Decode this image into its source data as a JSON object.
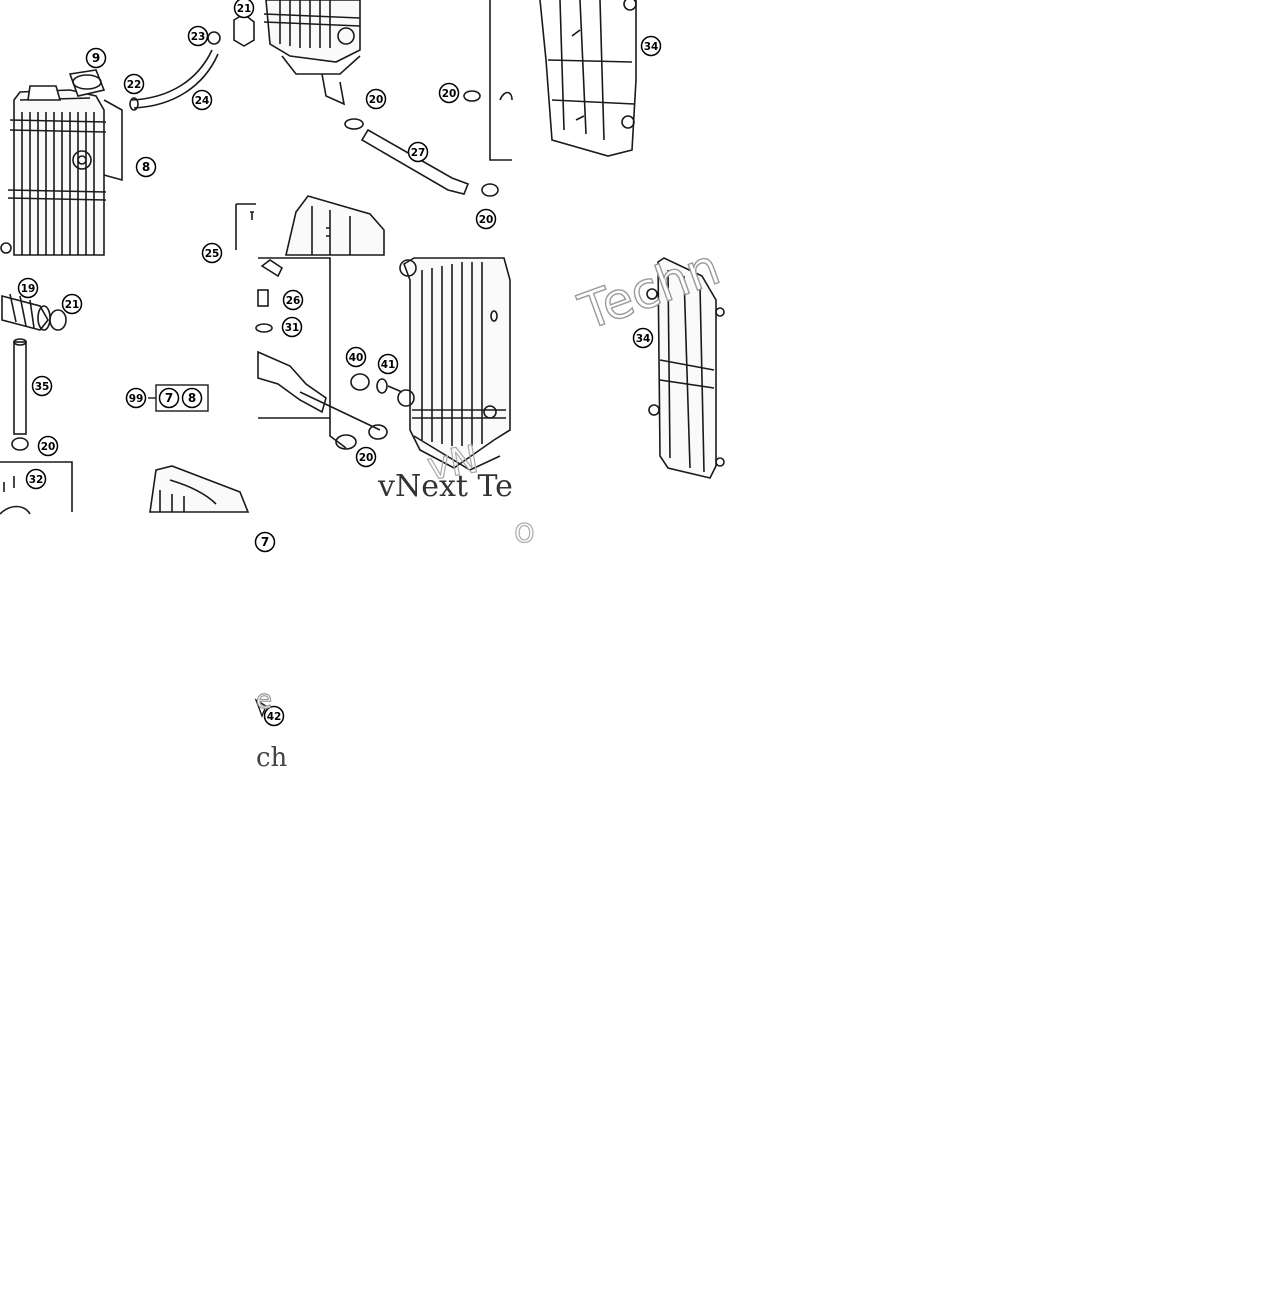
{
  "diagram": {
    "callouts": [
      {
        "id": "c9",
        "label": "9"
      },
      {
        "id": "c22",
        "label": "22"
      },
      {
        "id": "c23",
        "label": "23"
      },
      {
        "id": "c21a",
        "label": "21"
      },
      {
        "id": "c24",
        "label": "24"
      },
      {
        "id": "c8",
        "label": "8"
      },
      {
        "id": "c20a",
        "label": "20"
      },
      {
        "id": "c20b",
        "label": "20"
      },
      {
        "id": "c27",
        "label": "27"
      },
      {
        "id": "c20c",
        "label": "20"
      },
      {
        "id": "c34a",
        "label": "34"
      },
      {
        "id": "c25",
        "label": "25"
      },
      {
        "id": "c19",
        "label": "19"
      },
      {
        "id": "c21b",
        "label": "21"
      },
      {
        "id": "c35",
        "label": "35"
      },
      {
        "id": "c99",
        "label": "99"
      },
      {
        "id": "c7",
        "label": "7"
      },
      {
        "id": "c8b",
        "label": "8"
      },
      {
        "id": "c20d",
        "label": "20"
      },
      {
        "id": "c32",
        "label": "32"
      },
      {
        "id": "c26",
        "label": "26"
      },
      {
        "id": "c31",
        "label": "31"
      },
      {
        "id": "c40",
        "label": "40"
      },
      {
        "id": "c41",
        "label": "41"
      },
      {
        "id": "c20e",
        "label": "20"
      },
      {
        "id": "c34b",
        "label": "34"
      },
      {
        "id": "c7b",
        "label": "7"
      },
      {
        "id": "c42",
        "label": "42"
      }
    ],
    "watermarks": {
      "w1": "vNext Te",
      "w2": "Techn",
      "w3": "ch",
      "w4": "e",
      "w5": "vN",
      "w6": "o"
    },
    "colors": {
      "line": "#1a1a1a",
      "ink": "#000000",
      "watermark": "#9a9a9a",
      "background": "#ffffff"
    }
  }
}
